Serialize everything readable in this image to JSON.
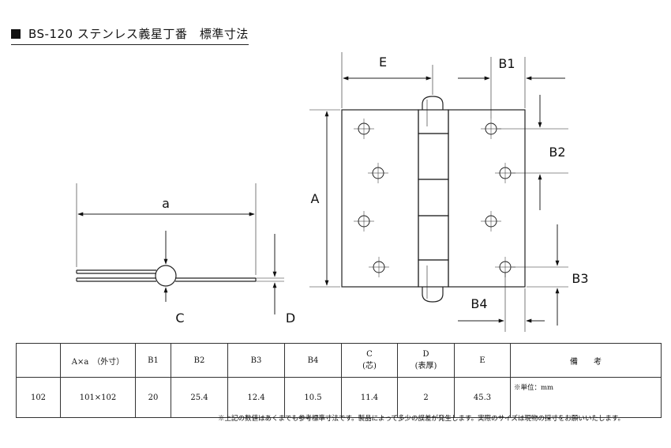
{
  "title": "BS-120 ステンレス義星丁番　標準寸法",
  "labels": {
    "a": "a",
    "C": "C",
    "D": "D",
    "A": "A",
    "E": "E",
    "B1": "B1",
    "B2": "B2",
    "B3": "B3",
    "B4": "B4"
  },
  "table": {
    "headers": {
      "blank": "",
      "aa": "A×a　（外寸）",
      "b1": "B1",
      "b2": "B2",
      "b3": "B3",
      "b4": "B4",
      "c_top": "C",
      "c_sub": "(芯)",
      "d_top": "D",
      "d_sub": "(表厚)",
      "e": "E",
      "remarks": "備　　考"
    },
    "row": {
      "model": "102",
      "aa": "101×102",
      "b1": "20",
      "b2": "25.4",
      "b3": "12.4",
      "b4": "10.5",
      "c": "11.4",
      "d": "2",
      "e": "45.3",
      "remarks": "※単位：mm"
    }
  },
  "footnote": "※上記の数値はあくまでも参考標準寸法です。製品によって多少の誤差が発生します。実際のサイズは現物の採寸をお願いいたします。"
}
